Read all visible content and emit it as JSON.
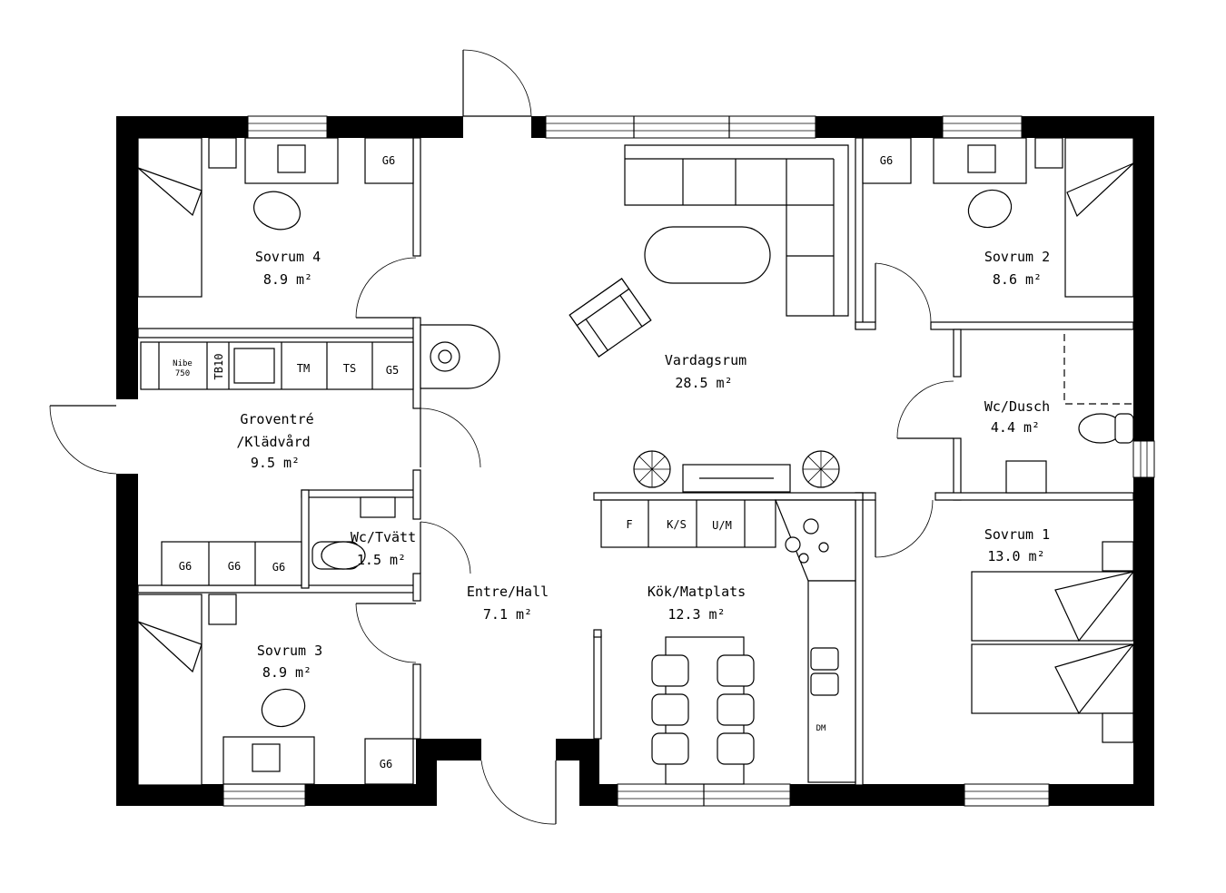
{
  "plan": {
    "colors": {
      "wall": "#000000",
      "line": "#000000",
      "background": "#ffffff"
    },
    "rooms": {
      "sovrum4": {
        "name": "Sovrum 4",
        "area": "8.9 m²"
      },
      "sovrum2": {
        "name": "Sovrum 2",
        "area": "8.6 m²"
      },
      "vardagsrum": {
        "name": "Vardagsrum",
        "area": "28.5 m²"
      },
      "wc_dusch": {
        "name": "Wc/Dusch",
        "area": "4.4 m²"
      },
      "groventre": {
        "name_line1": "Groventré",
        "name_line2": "/Klädvård",
        "area": "9.5 m²"
      },
      "wc_tvatt": {
        "name": "Wc/Tvätt",
        "area": "1.5 m²"
      },
      "sovrum1": {
        "name": "Sovrum 1",
        "area": "13.0 m²"
      },
      "entre_hall": {
        "name": "Entre/Hall",
        "area": "7.1 m²"
      },
      "kok": {
        "name": "Kök/Matplats",
        "area": "12.3 m²"
      },
      "sovrum3": {
        "name": "Sovrum 3",
        "area": "8.9 m²"
      }
    },
    "fixtures": {
      "g6_sovrum4": "G6",
      "g6_sovrum2": "G6",
      "g6_sovrum3": "G6",
      "nibe_line1": "Nibe",
      "nibe_line2": "750",
      "tb10": "TB10",
      "tm": "TM",
      "ts": "TS",
      "g5": "G5",
      "g6_a": "G6",
      "g6_b": "G6",
      "g6_c": "G6",
      "fridge": "F",
      "ks": "K/S",
      "um": "U/M",
      "dm": "DM"
    }
  }
}
